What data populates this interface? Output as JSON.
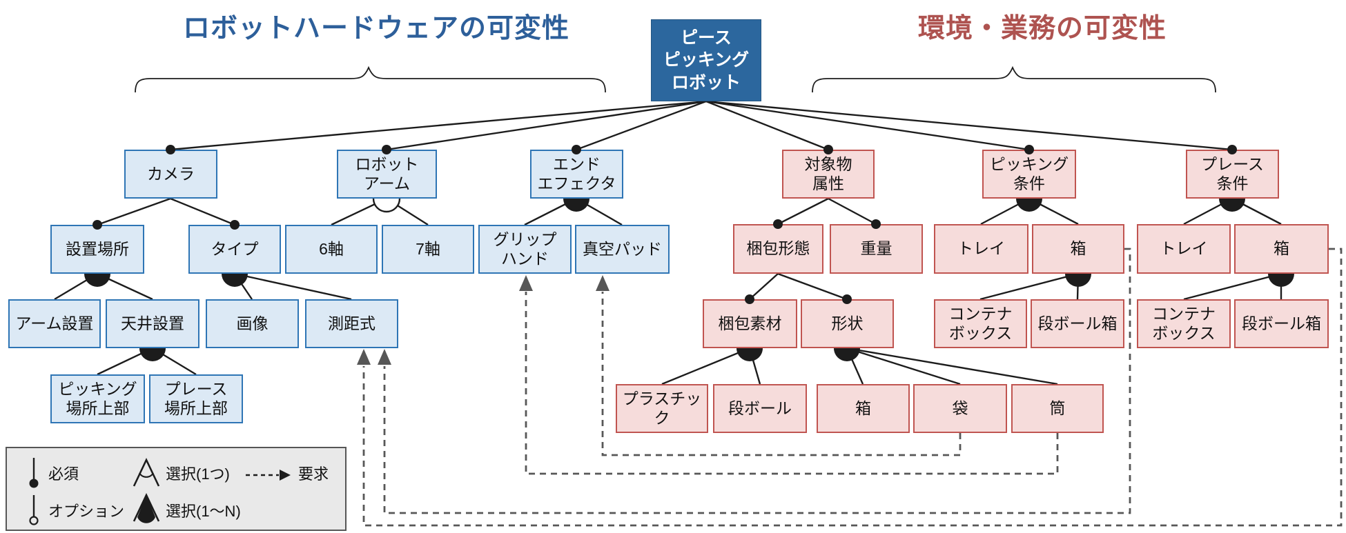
{
  "titles": {
    "left": "ロボットハードウェアの可変性",
    "right": "環境・業務の可変性"
  },
  "root": {
    "label": "ピース\nピッキング\nロボット"
  },
  "nodes": {
    "camera": "カメラ",
    "robot_arm": "ロボット\nアーム",
    "end_effector": "エンド\nエフェクタ",
    "install_location": "設置場所",
    "type": "タイプ",
    "axis6": "6軸",
    "axis7": "7軸",
    "grip_hand": "グリップ\nハンド",
    "vacuum_pad": "真空パッド",
    "arm_install": "アーム設置",
    "ceiling_install": "天井設置",
    "image": "画像",
    "rangefinder": "測距式",
    "above_picking": "ピッキング\n場所上部",
    "above_place": "プレース\n場所上部",
    "object_attributes": "対象物\n属性",
    "picking_condition": "ピッキング\n条件",
    "place_condition": "プレース\n条件",
    "packing_form": "梱包形態",
    "weight": "重量",
    "tray_pick": "トレイ",
    "box_pick": "箱",
    "tray_place": "トレイ",
    "box_place": "箱",
    "packing_material": "梱包素材",
    "shape": "形状",
    "container_box_pick": "コンテナ\nボックス",
    "cardboard_box_pick": "段ボール箱",
    "container_box_place": "コンテナ\nボックス",
    "cardboard_box_place": "段ボール箱",
    "plastic": "プラスチック",
    "cardboard": "段ボール",
    "box_shape": "箱",
    "bag": "袋",
    "tube": "筒"
  },
  "legend": {
    "required": "必須",
    "optional": "オプション",
    "single_choice": "選択(1つ)",
    "multi_choice": "選択(1〜N)",
    "requires": "要求"
  },
  "relations": {
    "mandatory_children": [
      {
        "parent": "ピースピッキングロボット",
        "children": [
          "カメラ",
          "ロボットアーム",
          "エンドエフェクタ",
          "対象物属性",
          "ピッキング条件",
          "プレース条件"
        ]
      },
      {
        "parent": "カメラ",
        "children": [
          "設置場所",
          "タイプ"
        ]
      },
      {
        "parent": "対象物属性",
        "children": [
          "梱包形態",
          "重量"
        ]
      },
      {
        "parent": "梱包形態",
        "children": [
          "梱包素材",
          "形状"
        ]
      }
    ],
    "single_choice_groups": [
      {
        "parent": "ロボットアーム",
        "children": [
          "6軸",
          "7軸"
        ]
      }
    ],
    "multi_choice_groups": [
      {
        "parent": "エンドエフェクタ",
        "children": [
          "グリップハンド",
          "真空パッド"
        ]
      },
      {
        "parent": "設置場所",
        "children": [
          "アーム設置",
          "天井設置"
        ]
      },
      {
        "parent": "タイプ",
        "children": [
          "画像",
          "測距式"
        ]
      },
      {
        "parent": "天井設置",
        "children": [
          "ピッキング場所上部",
          "プレース場所上部"
        ]
      },
      {
        "parent": "梱包素材",
        "children": [
          "プラスチック",
          "段ボール"
        ]
      },
      {
        "parent": "形状",
        "children": [
          "箱",
          "袋",
          "筒"
        ]
      },
      {
        "parent": "ピッキング条件",
        "children": [
          "トレイ",
          "箱"
        ]
      },
      {
        "parent": "プレース条件",
        "children": [
          "トレイ",
          "箱"
        ]
      },
      {
        "parent": "箱(ピッキング条件)",
        "children": [
          "コンテナボックス",
          "段ボール箱"
        ]
      },
      {
        "parent": "箱(プレース条件)",
        "children": [
          "コンテナボックス",
          "段ボール箱"
        ]
      }
    ],
    "requires": [
      {
        "from": "袋",
        "to": "真空パッド"
      },
      {
        "from": "筒",
        "to": "グリップハンド"
      },
      {
        "from": "箱(ピッキング条件)",
        "to": "測距式"
      },
      {
        "from": "箱(プレース条件)",
        "to": "測距式"
      }
    ]
  },
  "colors": {
    "hardware_fill": "#dce9f5",
    "hardware_border": "#2e75b5",
    "environment_fill": "#f6dcdb",
    "environment_border": "#c05450",
    "root_fill": "#2c679e",
    "root_text": "#ffffff",
    "title_left": "#2d5f9a",
    "title_right": "#ae5350",
    "line": "#1c1c1c",
    "dashed_line": "#575757",
    "legend_bg": "#e9e9e9"
  }
}
